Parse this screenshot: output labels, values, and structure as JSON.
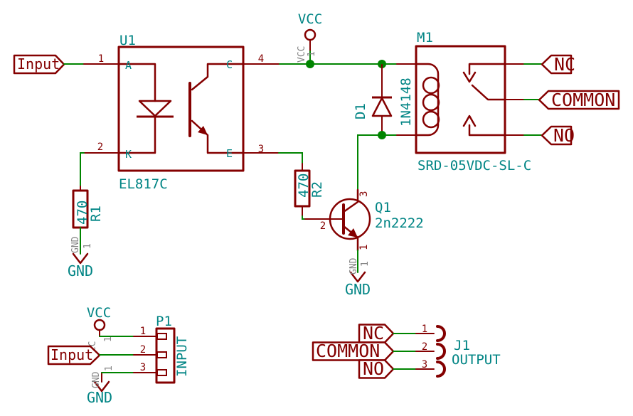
{
  "colors": {
    "background": "#FFFFFF",
    "symbol_outline": "#840000",
    "wire_and_junction": "#008400",
    "field_text": "#008484",
    "hidden_pin_text": "#848484"
  },
  "nets": {
    "input": "Input",
    "vcc": "VCC",
    "gnd": "GND",
    "nc": "NC",
    "common": "COMMON",
    "no": "NO"
  },
  "power": {
    "hidden_pin_number": "1"
  },
  "components": {
    "optocoupler": {
      "ref": "U1",
      "value": "EL817C",
      "pins": {
        "anode": {
          "number": "1",
          "name": "A"
        },
        "cathode": {
          "number": "2",
          "name": "K"
        },
        "collector": {
          "number": "4",
          "name": "C"
        },
        "emitter": {
          "number": "3",
          "name": "E"
        }
      }
    },
    "relay": {
      "ref": "M1",
      "value": "SRD-05VDC-SL-C"
    },
    "flyback_diode": {
      "ref": "D1",
      "value": "1N4148"
    },
    "led_resistor": {
      "ref": "R1",
      "value": "470"
    },
    "base_resistor": {
      "ref": "R2",
      "value": "470"
    },
    "transistor": {
      "ref": "Q1",
      "value": "2n2222",
      "pins": {
        "collector": "3",
        "base": "2",
        "emitter": "1"
      }
    },
    "input_header": {
      "ref": "P1",
      "value": "INPUT",
      "pins": [
        "1",
        "2",
        "3"
      ]
    },
    "output_header": {
      "ref": "J1",
      "value": "OUTPUT",
      "pins": [
        "1",
        "2",
        "3"
      ]
    }
  }
}
